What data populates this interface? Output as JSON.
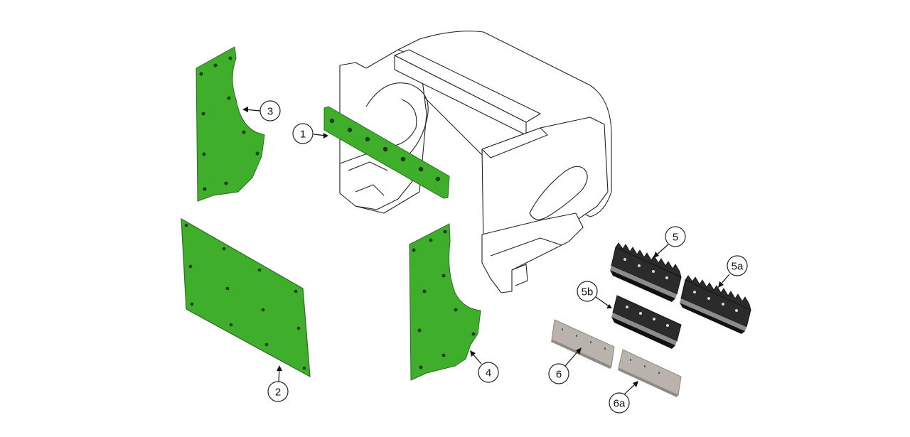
{
  "diagram": {
    "colors": {
      "liner_green": "#3fae2a",
      "liner_edge": "#2a6b22",
      "blade_dark": "#2b2b2b",
      "blade_shadow": "#111111",
      "knife_grey": "#b9b3ac",
      "knife_edge": "#8f8983",
      "outline": "#222222"
    },
    "callouts": [
      {
        "id": "1",
        "label": "1",
        "part": "front-liner-bar"
      },
      {
        "id": "2",
        "label": "2",
        "part": "bottom-liner-plate"
      },
      {
        "id": "3",
        "label": "3",
        "part": "left-side-liner"
      },
      {
        "id": "4",
        "label": "4",
        "part": "right-side-liner"
      },
      {
        "id": "5",
        "label": "5",
        "part": "serrated-blade"
      },
      {
        "id": "5a",
        "label": "5a",
        "part": "serrated-blade-alt"
      },
      {
        "id": "5b",
        "label": "5b",
        "part": "flat-blade"
      },
      {
        "id": "6",
        "label": "6",
        "part": "straight-knife"
      },
      {
        "id": "6a",
        "label": "6a",
        "part": "straight-knife-alt"
      }
    ]
  }
}
